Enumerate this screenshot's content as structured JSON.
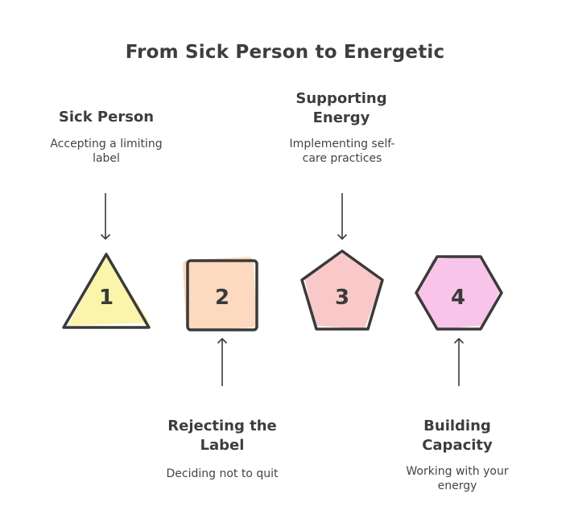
{
  "title": "From Sick Person to Energetic",
  "steps": [
    {
      "number": "1",
      "shape": "triangle",
      "fill": "#fbf3a7",
      "title": "Sick Person",
      "description": "Accepting a limiting label"
    },
    {
      "number": "2",
      "shape": "square",
      "fill": "#fcd9bf",
      "title": "Rejecting the Label",
      "description": "Deciding not to quit"
    },
    {
      "number": "3",
      "shape": "pentagon",
      "fill": "#f9c8c8",
      "title": "Supporting Energy",
      "description": "Implementing self-care practices"
    },
    {
      "number": "4",
      "shape": "hexagon",
      "fill": "#f8c4ea",
      "title": "Building Capacity",
      "description": "Working with your energy"
    }
  ]
}
